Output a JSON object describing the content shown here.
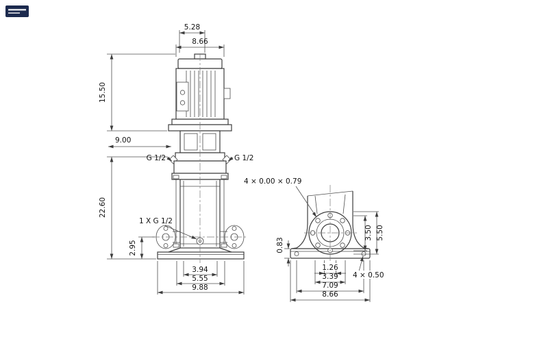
{
  "logo": {
    "color": "#1c2a4e"
  },
  "front_view": {
    "dims": {
      "top_width": "5.28",
      "motor_width": "8.66",
      "motor_height": "15.50",
      "pump_height": "22.60",
      "head_depth": "9.00",
      "port_height": "2.95",
      "port_span": "3.94",
      "foot_span": "5.55",
      "base_width": "9.88"
    },
    "labels": {
      "plug_left": "G 1/2",
      "plug_right": "G 1/2",
      "drain": "1 X G 1/2"
    }
  },
  "base_view": {
    "dims": {
      "hole_offset": "0.83",
      "bolt_circle": "3.50",
      "flange_od": "5.50",
      "port_offset": "1.26",
      "port_face": "3.39",
      "foot_holes": "7.09",
      "base_width": "8.66"
    },
    "labels": {
      "flange_holes": "4 × 0.00 × 0.79",
      "base_holes": "4 × 0.50"
    }
  }
}
